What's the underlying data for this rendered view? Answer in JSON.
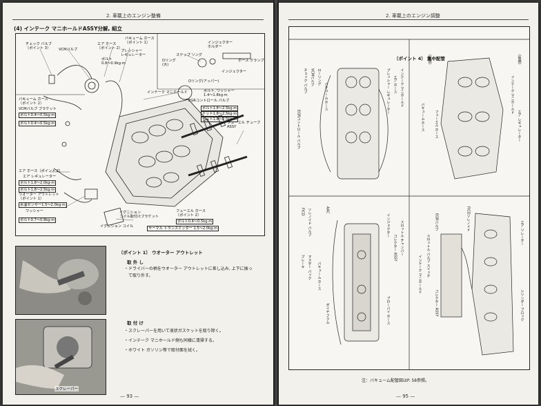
{
  "left_page": {
    "running_head": "2. 車載上のエンジン整備",
    "section_title": "(4) インテーク マニホールドASSY分解, 組立",
    "labels": {
      "check_valve": "チェック バルブ\n〔ポイント 3〕",
      "vcm_valve": "VCMバルブ",
      "air_hose": "エア ホース\n〔ポイント 2〕",
      "vacuum_hose_top": "バキューム ホース\n〔ポイント 1〕",
      "pressure_regulator": "プレッシャー\nレギュレーター",
      "bolt_a": "ボルト\n0.8～0.9kg·m",
      "injector_holder": "インジェクター\nホルダー",
      "step_ring": "ステップ リング",
      "o_ring": "Oリング\n(大)",
      "injector": "インジェクター",
      "hose_clamp": "ホース クランプ",
      "o_ring_small": "Oリング(アッパー)",
      "vacuum_hose_left": "バキューム ホース\n〔ポイント 1〕",
      "vcm_bracket": "VCMバルブ ブラケット",
      "bolt_b": "ボルト0.4～0.5kg·m",
      "bolt_c": "ボルト0.4～0.5kg·m",
      "intake_manifold": "インテーク マニホールド",
      "washer_bolt": "ボルト, ワッシャー\n1.4～1.8kg·m",
      "egr_valve": "EGRコントロール バルブ",
      "bolt_d": "ボルト1.8～2.5kg·m",
      "nut_a": "ナット1.8～2.5kg·m",
      "nut_b": "ナット1.8～2.5kg·m",
      "fuel_tube": "フューエル チューブ\nASSY",
      "air_hose2": "エア ホース〔ポイント 2〕",
      "air_regulator": "エア レギュレーター",
      "bolt_e": "ボルト1.8～2.0kg·m",
      "bolt_f": "ボルト1.8～2.5kg·m",
      "water_outlet": "ウオーター アウトレット\n〔ポイント 1〕",
      "water_temp": "水温センサー1.5～2.0kg·m",
      "washer": "ワッシャー",
      "bolt_g": "ボルト0.7～0.8kg·m",
      "ignition_bracket": "イグニション\nコイル取付けブラケット",
      "ignition_coil": "イグニション コイル",
      "fuel_hose": "フューエル ホース\n〔ポイント 2〕",
      "bolt_h": "ボルト0.4～0.5kg·m",
      "thermal_transmitter": "サーマル トランスミッター 1.5～2.0kg·m"
    },
    "point1_title": "〔ポイント 1〕 ウオーター アウトレット",
    "removal_head": "取 外 し",
    "removal_text_1": "・ドライバーの柄をウオーター アウトレットに差し込み, 上下に振っ",
    "removal_text_2": "て取り外す。",
    "install_head": "取 付 け",
    "install_text_1": "・スクレーパーを用いて液状ガスケットを取り除く。",
    "install_text_2": "・インテーク マニホールド側も同様に清掃する。",
    "install_text_3": "・ホワイト ガソリン等で取付面を拭く。",
    "scraper_caption": "スクレーパー",
    "folio": "— 93 —"
  },
  "right_page": {
    "running_head": "2. 車載上のエンジン調整",
    "point4_title": "〔ポイント 4〕 集中配管",
    "labels_q1": [
      "チェック バルブ",
      "VCMバルブ",
      "ローリング",
      "バキューム ホース",
      "プレッシャー レギュレーター",
      "エア ホース",
      "インテーク マニホールド",
      "EGRコントロール バルブ"
    ],
    "labels_q2": [
      "(前側)",
      "(後側)",
      "インテーク マニホールド",
      "フューエル ホース",
      "バキューム ホース",
      "エア レギュレーター"
    ],
    "labels_q3": [
      "FICD",
      "ソレノイド バルブ",
      "ブレーキ",
      "マスター バック",
      "バキューム ホース",
      "AAC",
      "インジェクター",
      "コレクター ASSY",
      "スロットル チャンバー",
      "ブローバイ ホース",
      "ダイヤフラム"
    ],
    "labels_q4": [
      "インテーク マニホールド",
      "スロットル バルブ スイッチ",
      "EGRバルブ",
      "FICDソレノイド",
      "コレクター ASSY",
      "エア リレーター",
      "シリンダー ブロック"
    ],
    "note": "注：バキューム配管図はP. 58参照。",
    "folio": "— 95 —"
  }
}
